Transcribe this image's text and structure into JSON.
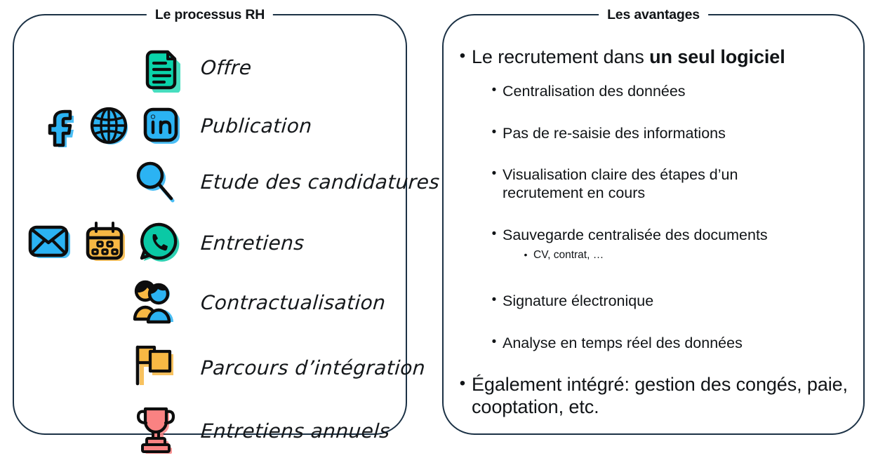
{
  "theme": {
    "border_color": "#1b3145",
    "text_color": "#111417",
    "accent_teal": "#0ad3aa",
    "accent_blue": "#2bb3f3",
    "accent_orange": "#f7b844",
    "accent_salmon": "#fa8282",
    "background": "#ffffff"
  },
  "left_panel": {
    "title": "Le processus RH",
    "steps": [
      {
        "label": "Offre",
        "icons": [
          "document-icon"
        ]
      },
      {
        "label": "Publication",
        "icons": [
          "facebook-icon",
          "globe-icon",
          "linkedin-icon"
        ]
      },
      {
        "label": "Etude des candidatures",
        "icons": [
          "magnifier-icon"
        ]
      },
      {
        "label": "Entretiens",
        "icons": [
          "envelope-icon",
          "calendar-icon",
          "whatsapp-phone-icon"
        ]
      },
      {
        "label": "Contractualisation",
        "icons": [
          "two-people-icon"
        ]
      },
      {
        "label": "Parcours d’intégration",
        "icons": [
          "flag-icon"
        ]
      },
      {
        "label": "Entretiens annuels",
        "icons": [
          "trophy-icon"
        ]
      }
    ]
  },
  "right_panel": {
    "title": "Les avantages",
    "bullet_glyph": "•",
    "items": [
      {
        "level": 1,
        "text_plain": "Le recrutement dans un seul logiciel",
        "text_prefix": "Le recrutement dans ",
        "text_bold": "un seul logiciel"
      },
      {
        "level": 2,
        "text_plain": "Centralisation des données"
      },
      {
        "level": 2,
        "text_plain": "Pas de re-saisie des informations"
      },
      {
        "level": 2,
        "text_plain": "Visualisation claire des étapes d’un recrutement en cours"
      },
      {
        "level": 2,
        "text_plain": "Sauvegarde centralisée des documents"
      },
      {
        "level": 3,
        "text_plain": "CV, contrat, …"
      },
      {
        "level": 2,
        "text_plain": "Signature électronique"
      },
      {
        "level": 2,
        "text_plain": "Analyse en temps réel des données"
      },
      {
        "level": 1,
        "text_plain": "Également intégré: gestion des congés, paie, cooptation, etc."
      }
    ]
  }
}
